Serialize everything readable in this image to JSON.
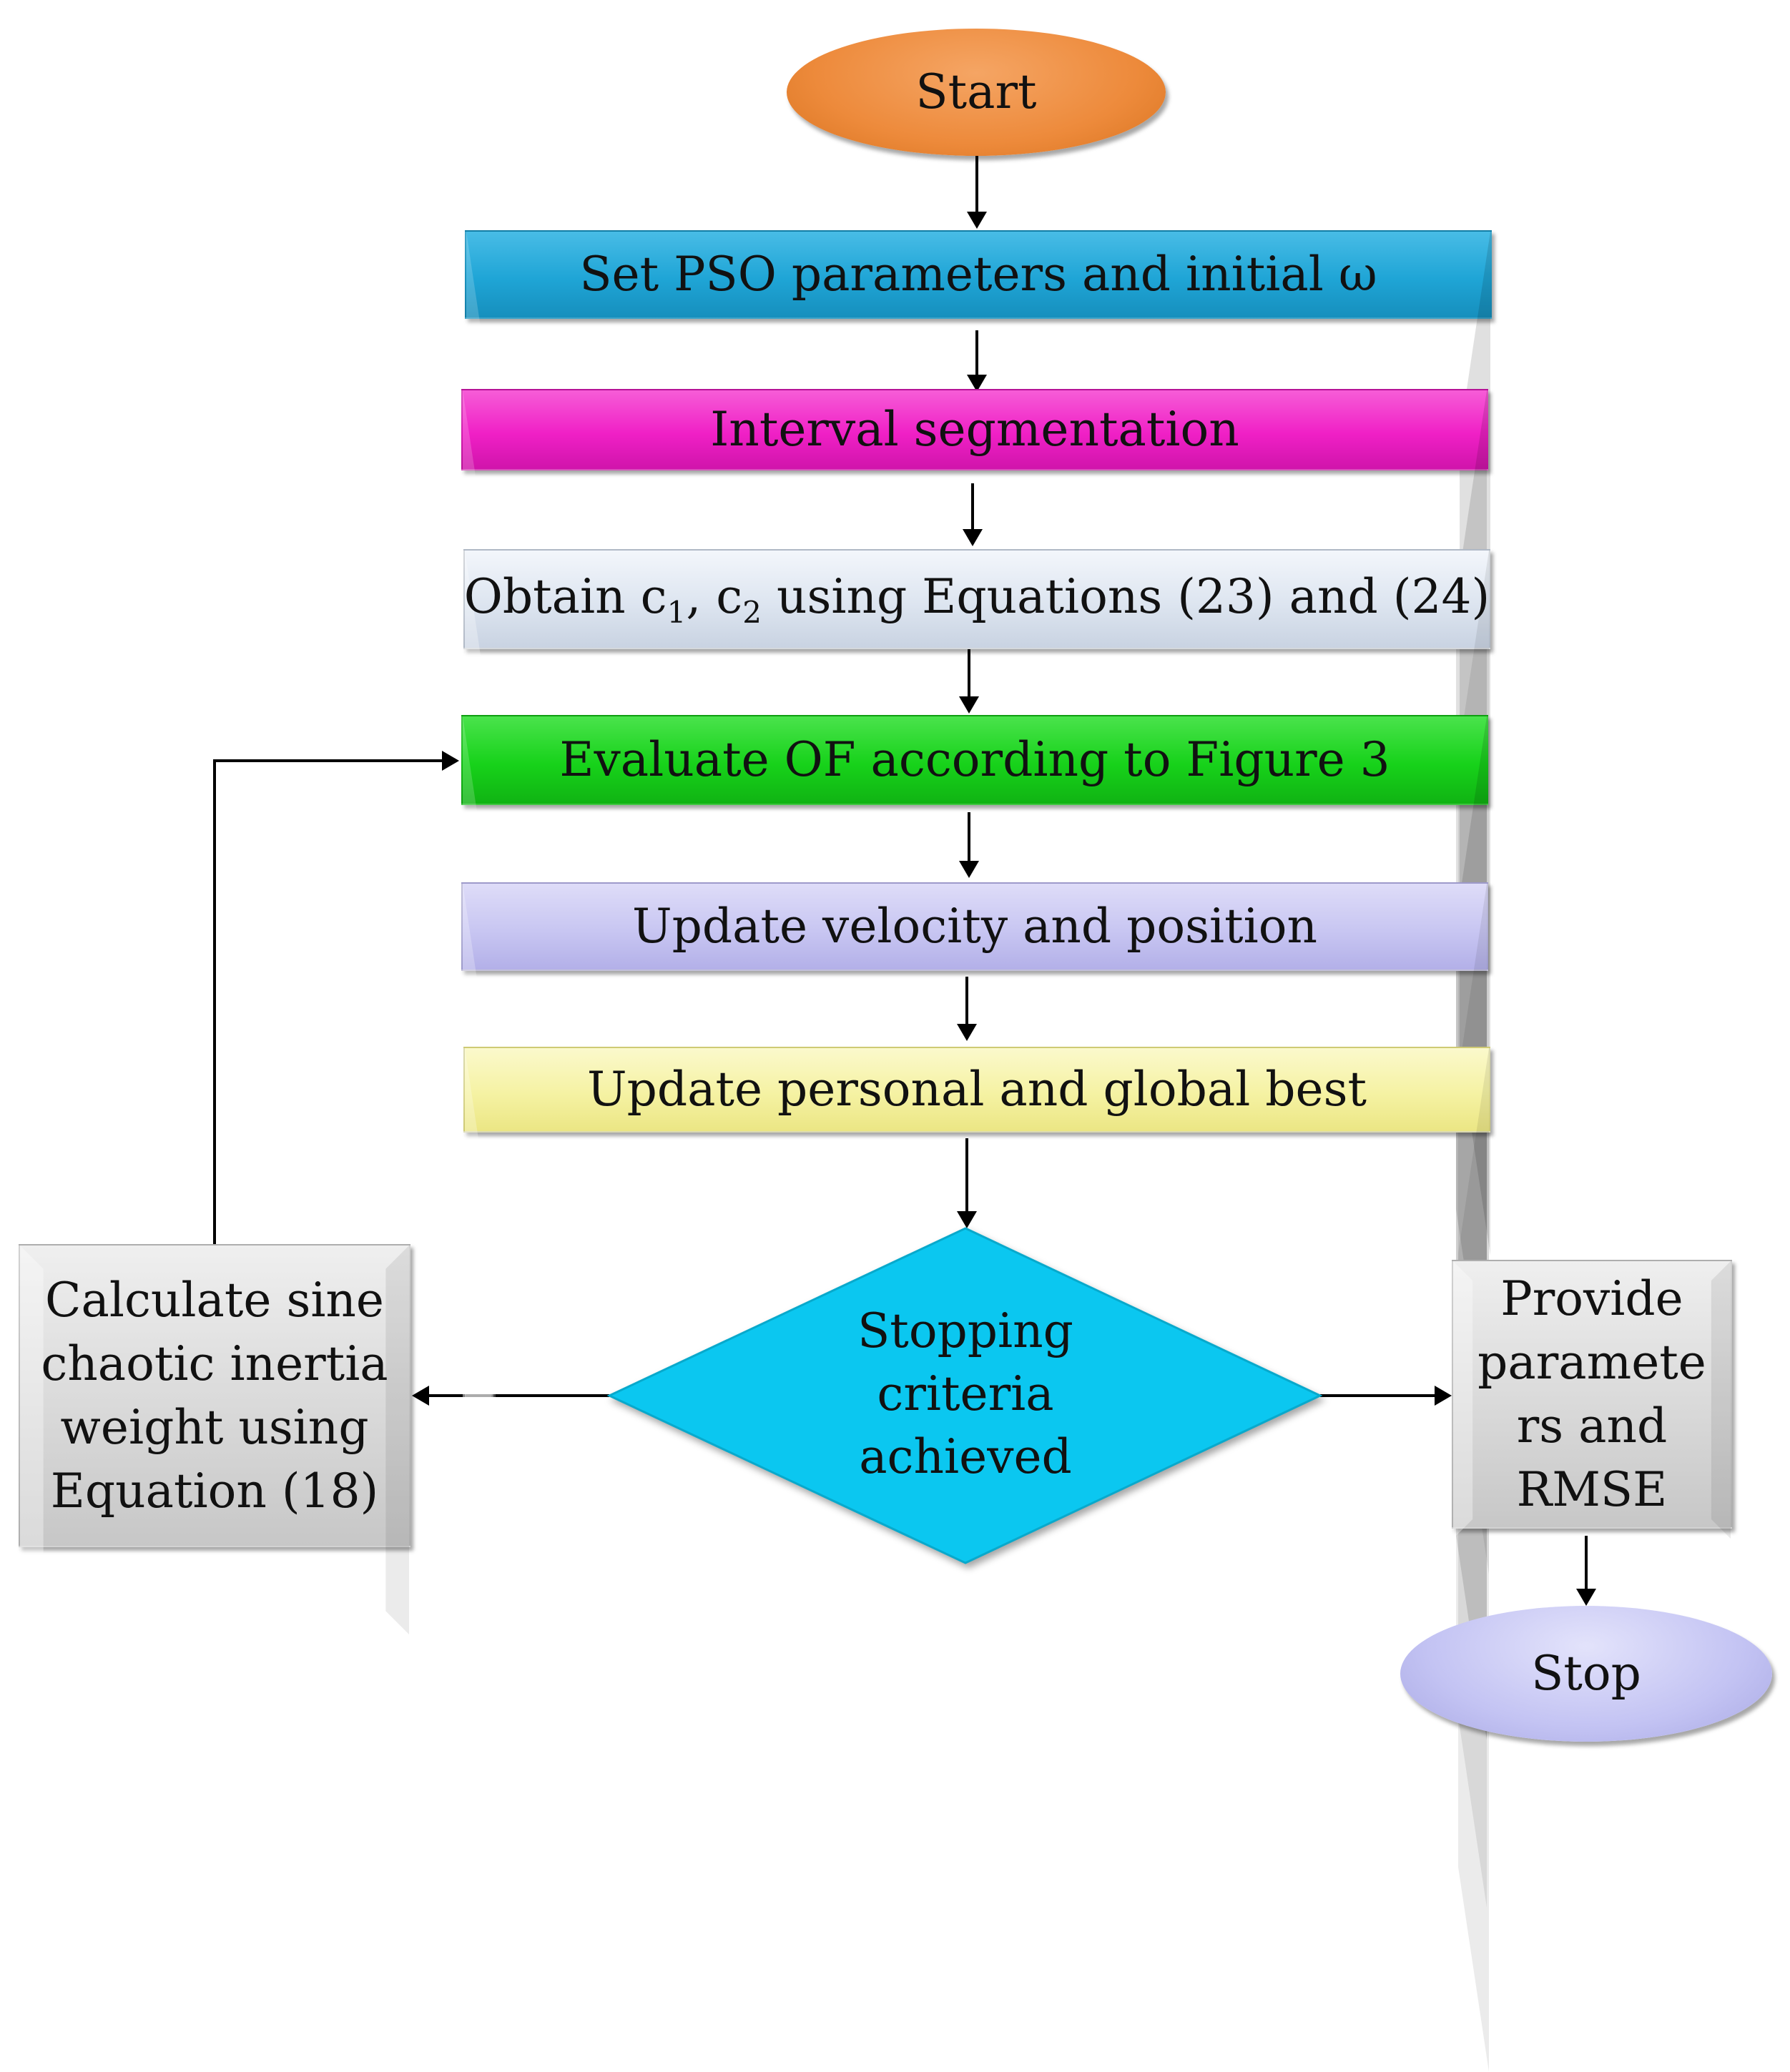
{
  "start": {
    "text": "Start"
  },
  "set_params": {
    "text": "Set PSO parameters and initial ω"
  },
  "interval": {
    "text": "Interval segmentation"
  },
  "obtain": {
    "prefix": "Obtain c",
    "sub1": "1",
    "mid": ", c",
    "sub2": "2",
    "suffix": " using Equations (23) and (24)"
  },
  "evaluate": {
    "text": "Evaluate OF according to Figure 3"
  },
  "update_vp": {
    "text": "Update velocity and position"
  },
  "update_best": {
    "text": "Update personal and global best"
  },
  "stopping": {
    "lines": [
      "Stopping",
      "criteria",
      "achieved"
    ]
  },
  "calculate": {
    "lines": [
      "Calculate sine",
      "chaotic inertia",
      "weight using",
      "Equation (18)"
    ]
  },
  "provide": {
    "lines": [
      "Provide",
      "paramete",
      "rs and",
      "RMSE"
    ]
  },
  "stop": {
    "text": "Stop"
  },
  "colors": {
    "start_oval": "#ED8A3B",
    "set_params": "#1FA5D6",
    "interval": "#F020C6",
    "obtain": "#DDE5F0",
    "evaluate": "#17D21A",
    "update_vp": "#C8C6F2",
    "update_best": "#F5F2A3",
    "diamond": "#0BC7F0",
    "gray_box": "#D9D9D9",
    "stop_oval": "#C3C3F3",
    "arrow": "#000000"
  }
}
